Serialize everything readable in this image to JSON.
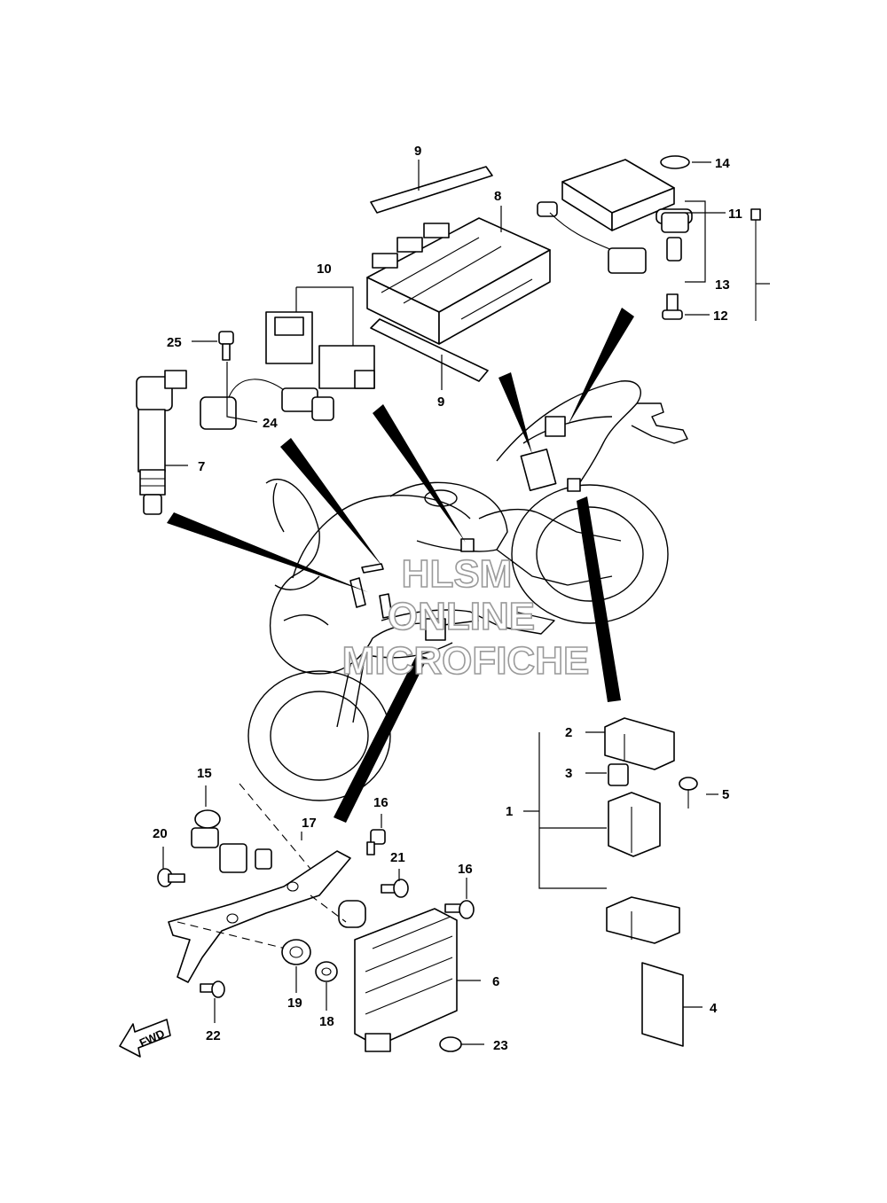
{
  "callouts": {
    "c1": "1",
    "c2": "2",
    "c3": "3",
    "c4": "4",
    "c5": "5",
    "c6": "6",
    "c7": "7",
    "c8": "8",
    "c9a": "9",
    "c9b": "9",
    "c10": "10",
    "c11": "11",
    "c12": "12",
    "c13": "13",
    "c14": "14",
    "c15": "15",
    "c16a": "16",
    "c16b": "16",
    "c17": "17",
    "c18": "18",
    "c19": "19",
    "c20": "20",
    "c21": "21",
    "c22": "22",
    "c23": "23",
    "c24": "24",
    "c25": "25"
  },
  "watermark": {
    "line1": "HLSM",
    "line2": "ONLINE",
    "line3": "MICROFICHE"
  },
  "fwd_label": "FWD"
}
